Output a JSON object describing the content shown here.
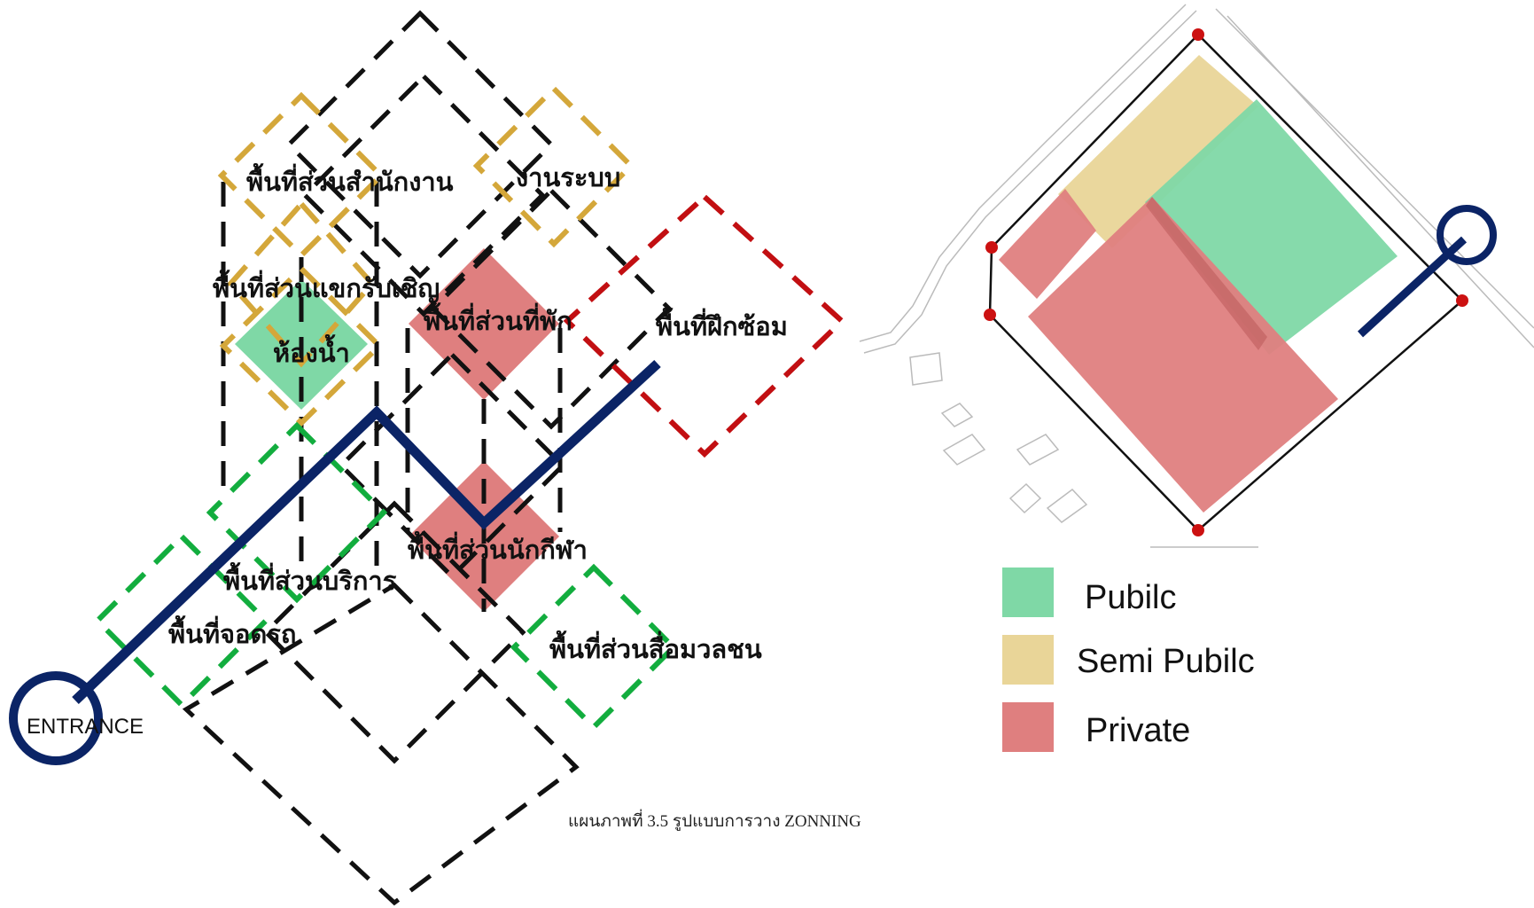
{
  "colors": {
    "public": "#7fd8a6",
    "semi_public": "#e9d598",
    "private": "#df7f7f",
    "path": "#0b2466",
    "outline_black": "#111111",
    "outline_gold": "#d4a73a",
    "outline_red": "#c20f12",
    "outline_green": "#12ad3e",
    "boundary_point": "#cc1111",
    "site_line": "#bbbbbb"
  },
  "zoning_diagram": {
    "zones": {
      "office": "พื้นที่ส่วนสำนักงาน",
      "systems": "งานระบบ",
      "reception": "พื้นที่ส่วนแขกรับเชิญ",
      "restroom": "ห้องน้ำ",
      "lodging": "พื้นที่ส่วนที่พัก",
      "training": "พื้นที่ฝึกซ้อม",
      "athletes": "พื้นที่ส่วนนักกีฬา",
      "service": "พื้นที่ส่วนบริการ",
      "parking": "พื้นที่จอดรถ",
      "media": "พื้นที่ส่วนสื่อมวลชน"
    },
    "entrance_label": "ENTRANCE",
    "caption": "แผนภาพที่ 3.5 รูปแบบการวาง ZONNING"
  },
  "site_plan": {
    "legend": [
      {
        "key": "public",
        "label": "Pubilc"
      },
      {
        "key": "semi_public",
        "label": "Semi Pubilc"
      },
      {
        "key": "private",
        "label": "Private"
      }
    ]
  }
}
